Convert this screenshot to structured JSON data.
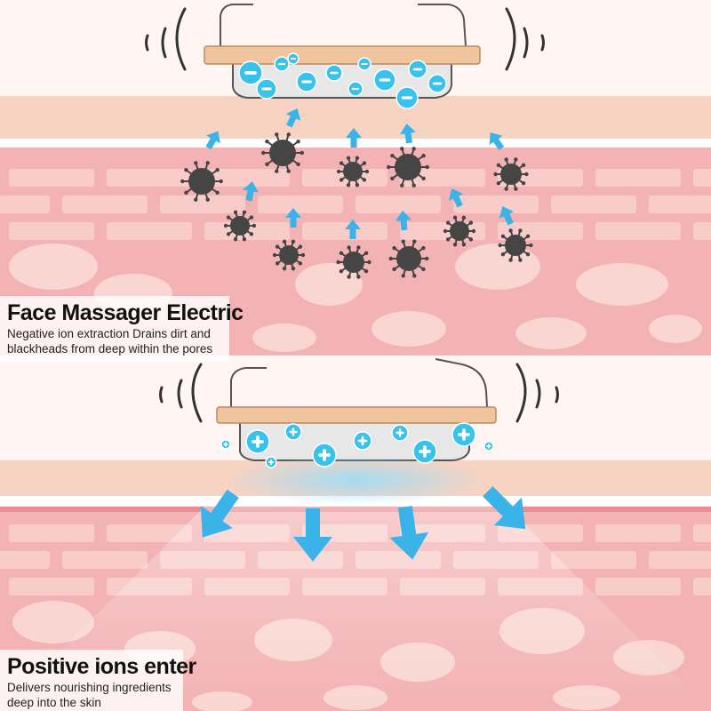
{
  "panels": [
    {
      "title": "Face Massager Electric",
      "description_line1": "Negative ion extraction Drains dirt and",
      "description_line2": "blackheads from deep within the pores",
      "ion_symbol": "−",
      "ion_color": "#39c3ec",
      "particle_color": "#454545"
    },
    {
      "title": "Positive ions enter",
      "description_line1": "Delivers nourishing ingredients",
      "description_line2": "deep into the skin",
      "ion_symbol": "+",
      "ion_color": "#39c3ec"
    }
  ],
  "colors": {
    "skin": "#f3b2b3",
    "skin_light": "#f8cdc9",
    "epidermis": "#f7d3c2",
    "device_plate": "#f0c49c",
    "arrow": "#3ab3e8"
  }
}
